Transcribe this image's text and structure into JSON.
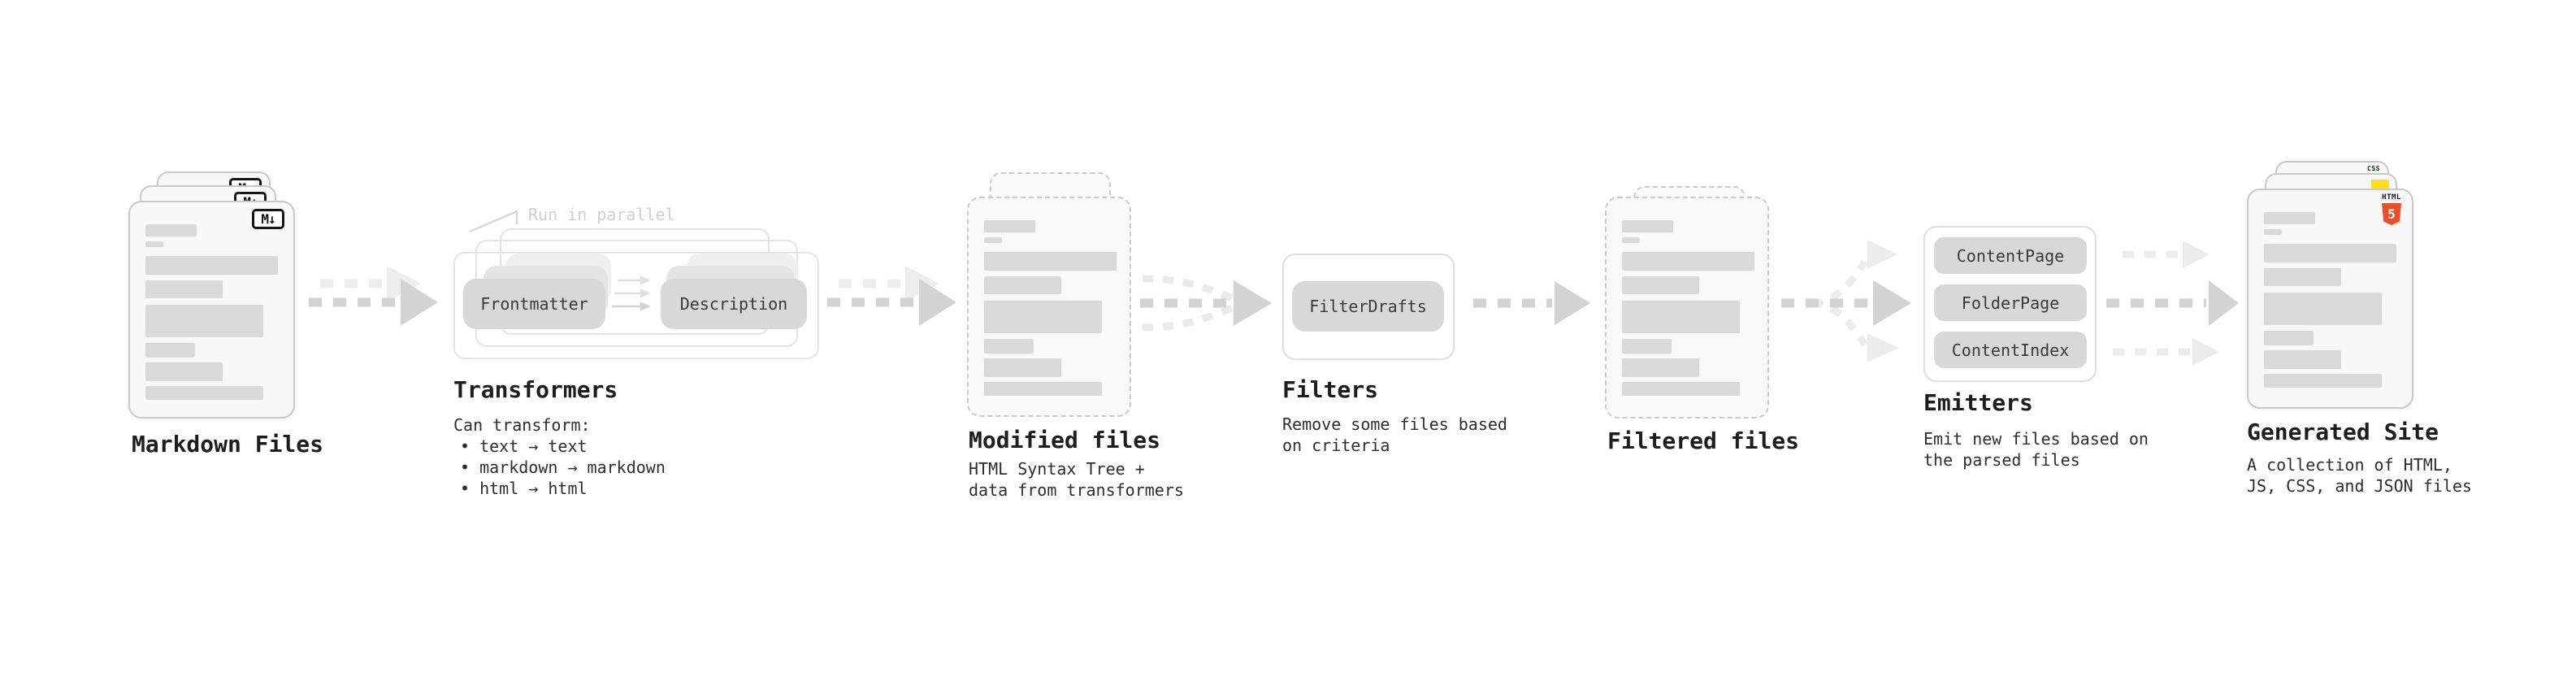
{
  "markdown": {
    "title": "Markdown Files"
  },
  "transformers": {
    "note": "Run in parallel",
    "pill_a": "Frontmatter",
    "pill_b": "Description",
    "title": "Transformers",
    "body_title": "Can transform:",
    "bullets": [
      "text → text",
      "markdown → markdown",
      "html → html"
    ]
  },
  "modified": {
    "title": "Modified files",
    "subtitle": [
      "HTML Syntax Tree +",
      "data from transformers"
    ]
  },
  "filters": {
    "pill": "FilterDrafts",
    "title": "Filters",
    "subtitle": [
      "Remove some files based",
      "on criteria"
    ]
  },
  "filtered": {
    "title": "Filtered files"
  },
  "emitters": {
    "pills": [
      "ContentPage",
      "FolderPage",
      "ContentIndex"
    ],
    "title": "Emitters",
    "subtitle": [
      "Emit new files based on",
      "the parsed files"
    ]
  },
  "generated": {
    "title": "Generated Site",
    "subtitle": [
      "A collection of HTML,",
      "JS, CSS, and JSON files"
    ]
  },
  "icons": {
    "markdown": "M↓",
    "html5_label": "HTML",
    "html5_number": "5",
    "css_label": "CSS"
  },
  "colors": {
    "html5_orange": "#e8502a",
    "js_yellow": "#ffdf1b",
    "css_blue": "#2f62f0",
    "pill_gray": "#d8d8d8",
    "arrow_gray": "#d3d3d3",
    "arrow_light": "#ededed"
  }
}
